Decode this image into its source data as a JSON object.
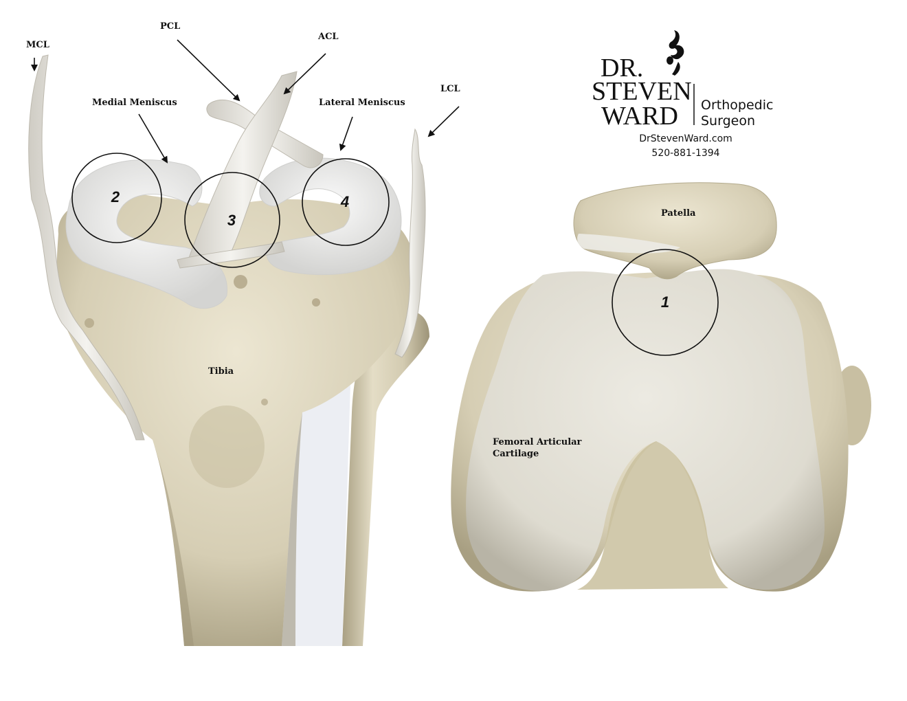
{
  "labels": {
    "mcl": "MCL",
    "pcl": "PCL",
    "acl": "ACL",
    "lcl": "LCL",
    "medial_meniscus": "Medial Meniscus",
    "lateral_meniscus": "Lateral Meniscus",
    "tibia": "Tibia",
    "patella": "Patella",
    "femoral_line1": "Femoral Articular",
    "femoral_line2": "Cartilage"
  },
  "zones": [
    "1",
    "2",
    "3",
    "4"
  ],
  "logo": {
    "dr": "DR.",
    "steven": "STEVEN",
    "ward": "WARD",
    "title_line1": "Orthopedic",
    "title_line2": "Surgeon",
    "website": "DrStevenWard.com",
    "phone": "520-881-1394"
  },
  "colors": {
    "bone": "#d9d2bb",
    "bone_shadow": "#a89f82",
    "cartilage": "#e6e4da",
    "meniscus": "#f0f0ef",
    "ligament": "#e9e7e2",
    "ink": "#111111"
  }
}
